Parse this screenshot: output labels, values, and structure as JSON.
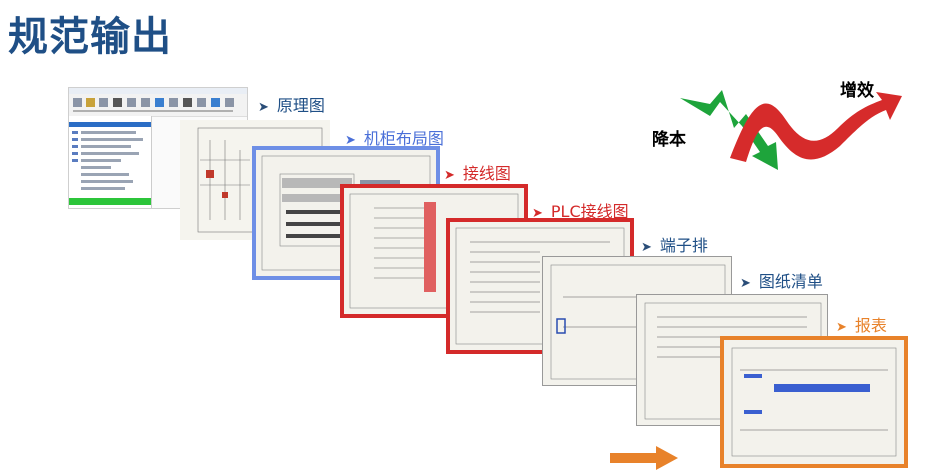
{
  "slide": {
    "title": "规范输出"
  },
  "outputs": [
    {
      "label": "原理图",
      "color": "#1f4f86"
    },
    {
      "label": "机柜布局图",
      "color": "#4a6fd8"
    },
    {
      "label": "接线图",
      "color": "#d42a2a"
    },
    {
      "label": "PLC接线图",
      "color": "#d42a2a"
    },
    {
      "label": "端子排",
      "color": "#1f4f86"
    },
    {
      "label": "图纸清单",
      "color": "#1f4f86"
    },
    {
      "label": "报表",
      "color": "#e8822a"
    }
  ],
  "graphic": {
    "decrease_label": "降本",
    "increase_label": "增效",
    "decrease_color": "#1ea43b",
    "increase_color": "#d62b2b"
  },
  "colors": {
    "title": "#1f4f86",
    "frame_blue": "#6e8fe6",
    "frame_red": "#d42a2a",
    "frame_orange": "#e8822a",
    "arrow_orange": "#e8822a"
  }
}
